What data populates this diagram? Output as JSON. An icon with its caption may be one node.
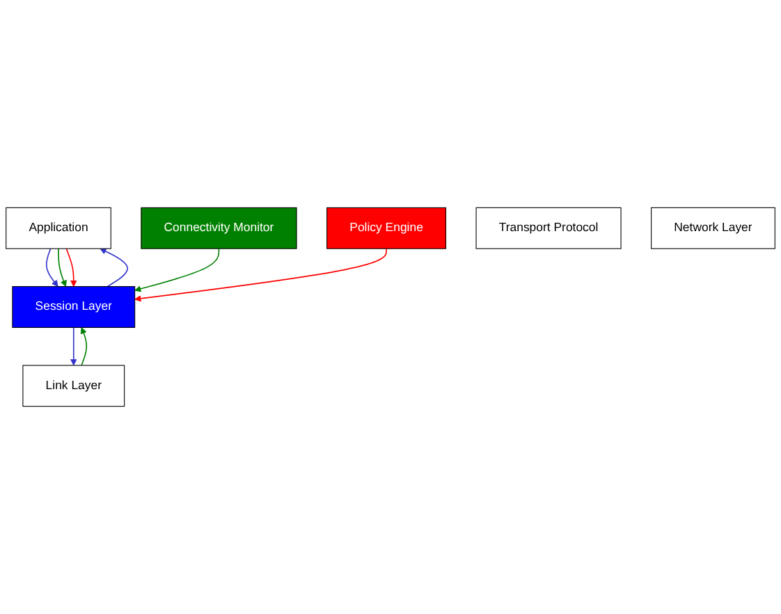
{
  "diagram": {
    "nodes": [
      {
        "text": [
          "Application"
        ]
      },
      {
        "text": [
          "Connectivity Monitor"
        ]
      },
      {
        "text": [
          "Session Layer"
        ]
      },
      {
        "text": [
          "Policy Engine"
        ]
      },
      {
        "text": [
          "Transport Protocol"
        ]
      },
      {
        "text": [
          "Network Layer"
        ]
      },
      {
        "text": [
          "Link Layer"
        ]
      }
    ],
    "edges": [
      {
        "from": 0,
        "to": 2,
        "arrow": "to",
        "color": "#3333cc"
      },
      {
        "from": 0,
        "to": 2,
        "arrow": "to",
        "color": "#008000"
      },
      {
        "from": 0,
        "to": 2,
        "arrow": "to",
        "color": "#ff0000"
      },
      {
        "from": 2,
        "to": 0,
        "arrow": "to",
        "color": "#3333cc"
      },
      {
        "from": 1,
        "to": 2,
        "arrow": "to",
        "color": "#008000"
      },
      {
        "from": 3,
        "to": 2,
        "arrow": "to",
        "color": "#ff0000"
      },
      {
        "from": 2,
        "to": 6,
        "arrow": "to",
        "color": "#3333cc"
      },
      {
        "from": 6,
        "to": 2,
        "arrow": "to",
        "color": "#008000"
      }
    ]
  }
}
